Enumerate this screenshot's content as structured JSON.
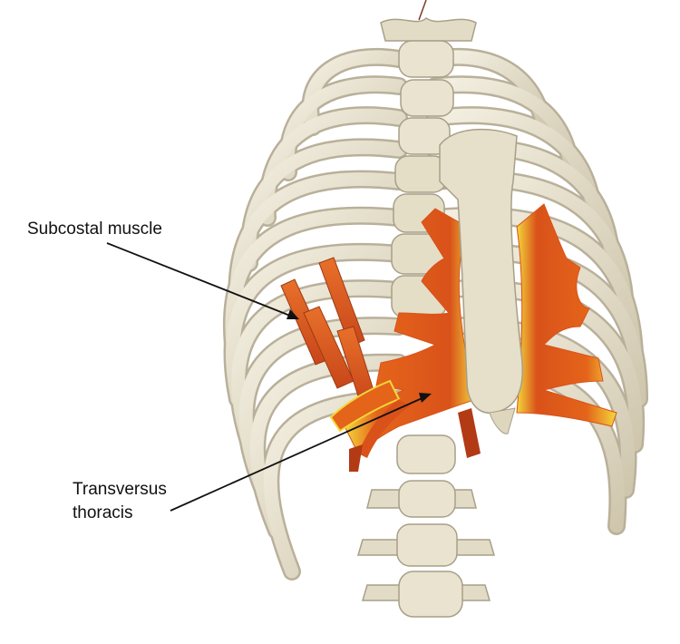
{
  "labels": {
    "subcostal": "Subcostal muscle",
    "transversus_line1": "Transversus",
    "transversus_line2": "thoracis"
  },
  "colors": {
    "bone": "#e9e3cf",
    "bone_shadow": "#b9b09a",
    "muscle": "#e4641a",
    "muscle_edge": "#f3d83a",
    "muscle_dark": "#b23a14",
    "leader_line": "#111111"
  }
}
